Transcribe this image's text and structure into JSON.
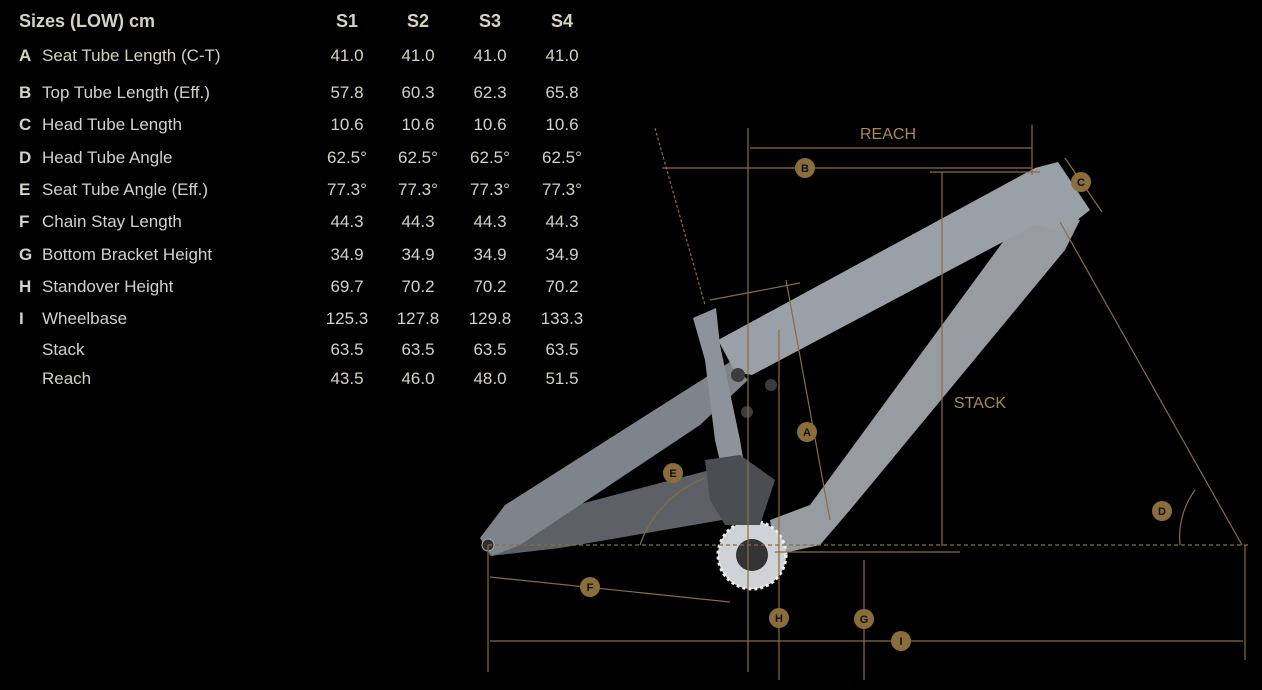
{
  "table": {
    "header": "Sizes (LOW) cm",
    "sizes": [
      "S1",
      "S2",
      "S3",
      "S4"
    ],
    "rows": [
      {
        "letter": "A",
        "name": "Seat Tube Length (C-T)",
        "values": [
          "41.0",
          "41.0",
          "41.0",
          "41.0"
        ]
      },
      {
        "letter": "B",
        "name": "Top Tube Length (Eff.)",
        "values": [
          "57.8",
          "60.3",
          "62.3",
          "65.8"
        ]
      },
      {
        "letter": "C",
        "name": "Head Tube Length",
        "values": [
          "10.6",
          "10.6",
          "10.6",
          "10.6"
        ]
      },
      {
        "letter": "D",
        "name": "Head Tube Angle",
        "values": [
          "62.5°",
          "62.5°",
          "62.5°",
          "62.5°"
        ]
      },
      {
        "letter": "E",
        "name": "Seat Tube Angle (Eff.)",
        "values": [
          "77.3°",
          "77.3°",
          "77.3°",
          "77.3°"
        ]
      },
      {
        "letter": "F",
        "name": "Chain Stay Length",
        "values": [
          "44.3",
          "44.3",
          "44.3",
          "44.3"
        ]
      },
      {
        "letter": "G",
        "name": "Bottom Bracket Height",
        "values": [
          "34.9",
          "34.9",
          "34.9",
          "34.9"
        ]
      },
      {
        "letter": "H",
        "name": "Standover Height",
        "values": [
          "69.7",
          "70.2",
          "70.2",
          "70.2"
        ]
      },
      {
        "letter": "I",
        "name": "Wheelbase",
        "values": [
          "125.3",
          "127.8",
          "129.8",
          "133.3"
        ]
      },
      {
        "letter": "",
        "name": "Stack",
        "values": [
          "63.5",
          "63.5",
          "63.5",
          "63.5"
        ]
      },
      {
        "letter": "",
        "name": "Reach",
        "values": [
          "43.5",
          "46.0",
          "48.0",
          "51.5"
        ]
      }
    ]
  },
  "diagram": {
    "reach_label": "REACH",
    "stack_label": "STACK",
    "badges": {
      "A": "A",
      "B": "B",
      "C": "C",
      "D": "D",
      "E": "E",
      "F": "F",
      "G": "G",
      "H": "H",
      "I": "I"
    },
    "colors": {
      "accent": "#8a6d3b",
      "frame": "#8d939a",
      "text": "#d6d1c4"
    }
  }
}
